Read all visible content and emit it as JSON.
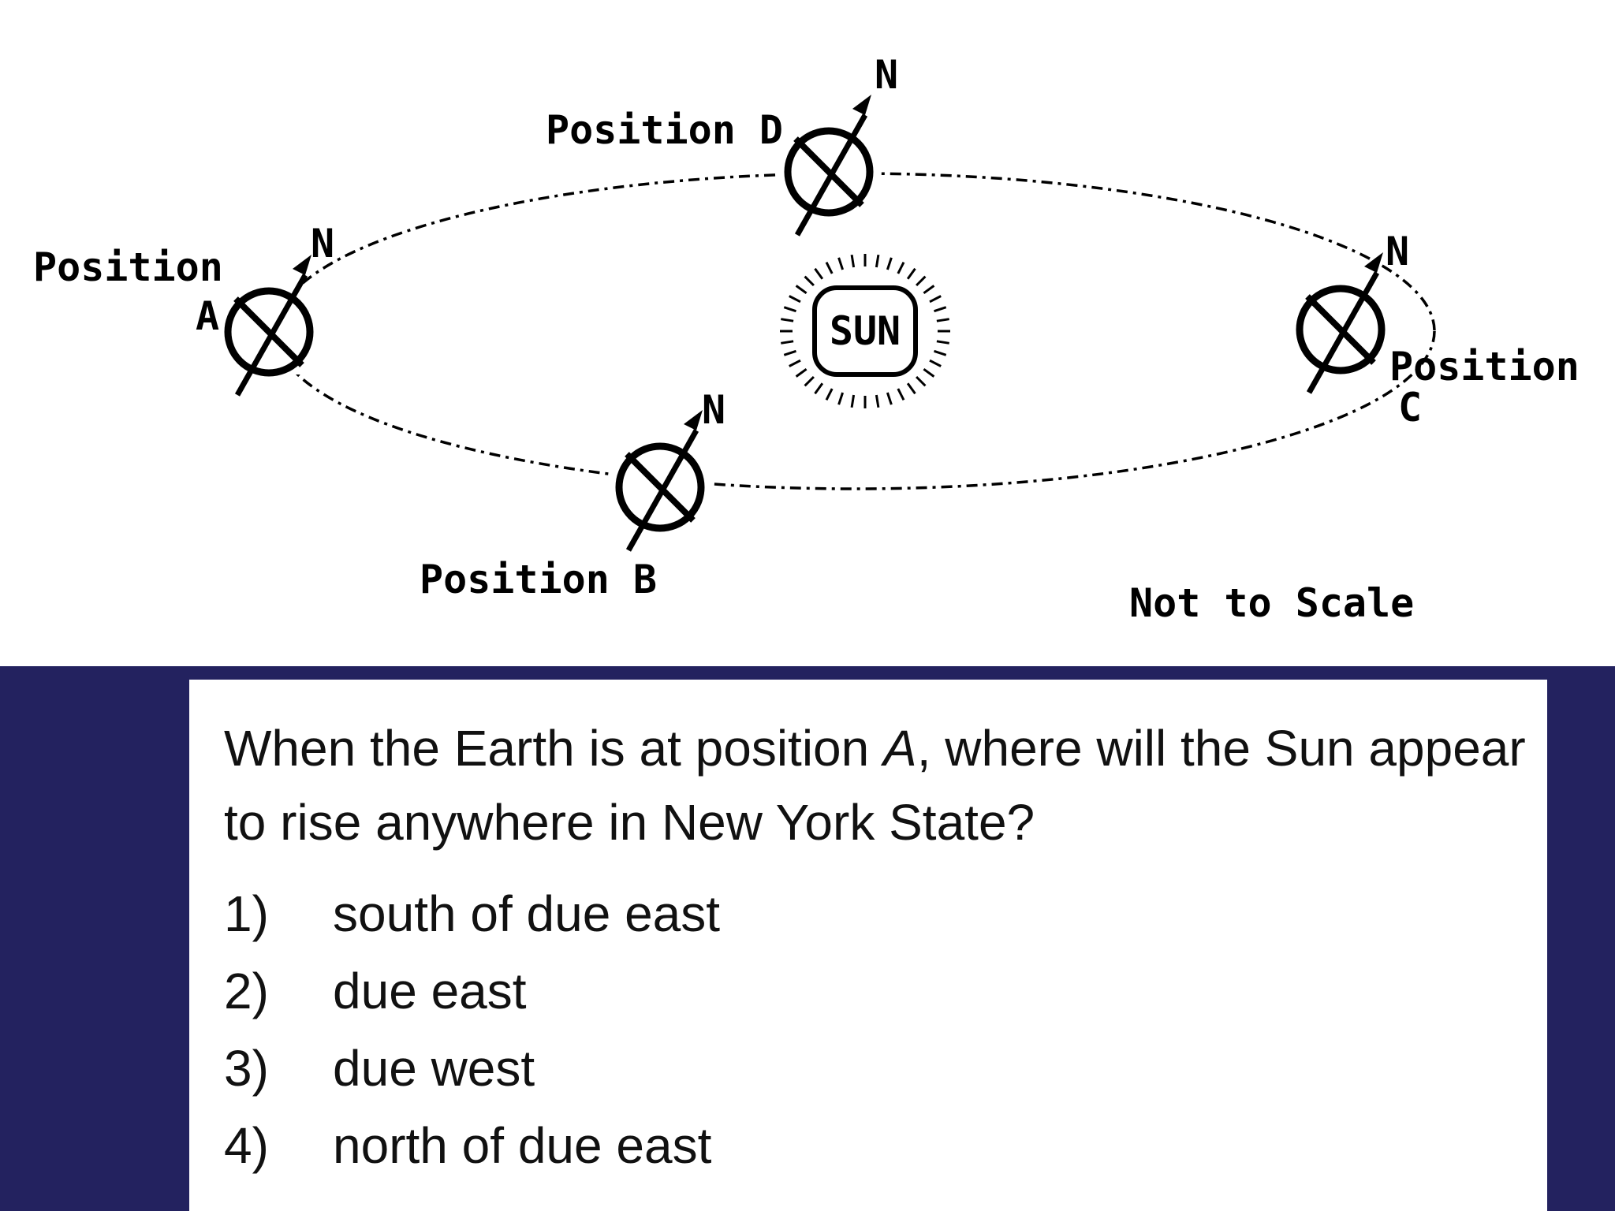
{
  "diagram": {
    "sun_label": "SUN",
    "north_label": "N",
    "positions": {
      "a": {
        "line1": "Position",
        "line2": "A"
      },
      "b": {
        "line1": "Position B"
      },
      "c": {
        "line1": "Position",
        "line2": "C"
      },
      "d": {
        "line1": "Position D"
      }
    },
    "note": "Not to Scale"
  },
  "question": {
    "text_part1": "When the Earth is at position ",
    "text_italic": "A",
    "text_part2": ", where will the Sun appear to rise anywhere in New York State?",
    "choices": [
      {
        "number": "1)",
        "text": "south of due east"
      },
      {
        "number": "2)",
        "text": "due east"
      },
      {
        "number": "3)",
        "text": "due west"
      },
      {
        "number": "4)",
        "text": "north of due east"
      }
    ]
  },
  "colors": {
    "band": "#23225f",
    "card": "#ffffff",
    "ink": "#000000"
  }
}
